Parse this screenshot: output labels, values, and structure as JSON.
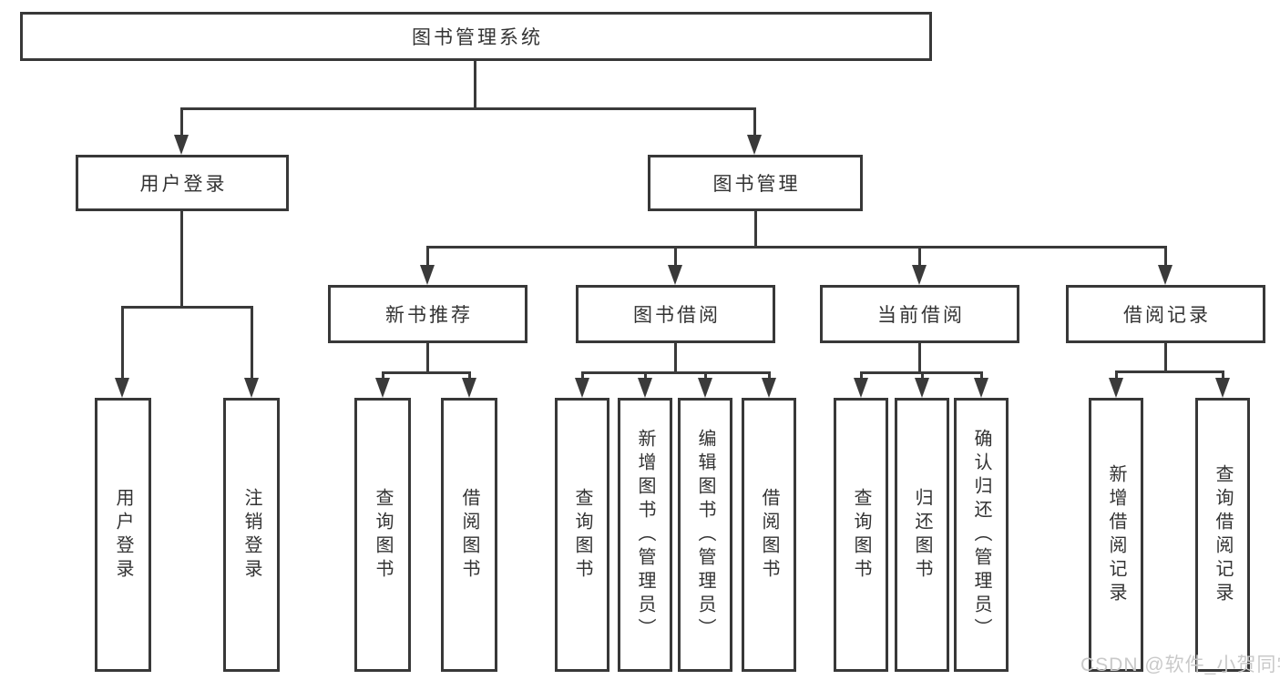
{
  "diagram_title": "图书管理系统",
  "colors": {
    "line": "#3a3a3a",
    "box_border": "#383838",
    "text": "#333333",
    "watermark": "#c9c9c9",
    "background": "#ffffff"
  },
  "watermark": {
    "text": "CSDN @软件_小贺同学"
  },
  "nodes": {
    "root": {
      "label": "图书管理系统"
    },
    "user_login_branch": {
      "label": "用户登录"
    },
    "book_management": {
      "label": "图书管理"
    },
    "new_book_recommend": {
      "label": "新书推荐"
    },
    "book_borrowing": {
      "label": "图书借阅"
    },
    "current_borrowing": {
      "label": "当前借阅"
    },
    "borrowing_records": {
      "label": "借阅记录"
    },
    "leaves": {
      "user_login": {
        "label": "用户登录"
      },
      "logout": {
        "label": "注销登录"
      },
      "recommend_query_books": {
        "label": "查询图书"
      },
      "recommend_borrow_books": {
        "label": "借阅图书"
      },
      "borrowing_query_books": {
        "label": "查询图书"
      },
      "borrowing_add_books": {
        "label": "新增图书（管理员）"
      },
      "borrowing_edit_books": {
        "label": "编辑图书（管理员）"
      },
      "borrowing_borrow_books": {
        "label": "借阅图书"
      },
      "current_query_books": {
        "label": "查询图书"
      },
      "current_return_books": {
        "label": "归还图书"
      },
      "current_confirm_return": {
        "label": "确认归还（管理员）"
      },
      "records_add_record": {
        "label": "新增借阅记录"
      },
      "records_query_record": {
        "label": "查询借阅记录"
      }
    }
  },
  "hierarchy": {
    "图书管理系统": [
      "用户登录",
      "图书管理"
    ],
    "用户登录": [
      "用户登录",
      "注销登录"
    ],
    "图书管理": [
      "新书推荐",
      "图书借阅",
      "当前借阅",
      "借阅记录"
    ],
    "新书推荐": [
      "查询图书",
      "借阅图书"
    ],
    "图书借阅": [
      "查询图书",
      "新增图书（管理员）",
      "编辑图书（管理员）",
      "借阅图书"
    ],
    "当前借阅": [
      "查询图书",
      "归还图书",
      "确认归还（管理员）"
    ],
    "借阅记录": [
      "新增借阅记录",
      "查询借阅记录"
    ]
  }
}
